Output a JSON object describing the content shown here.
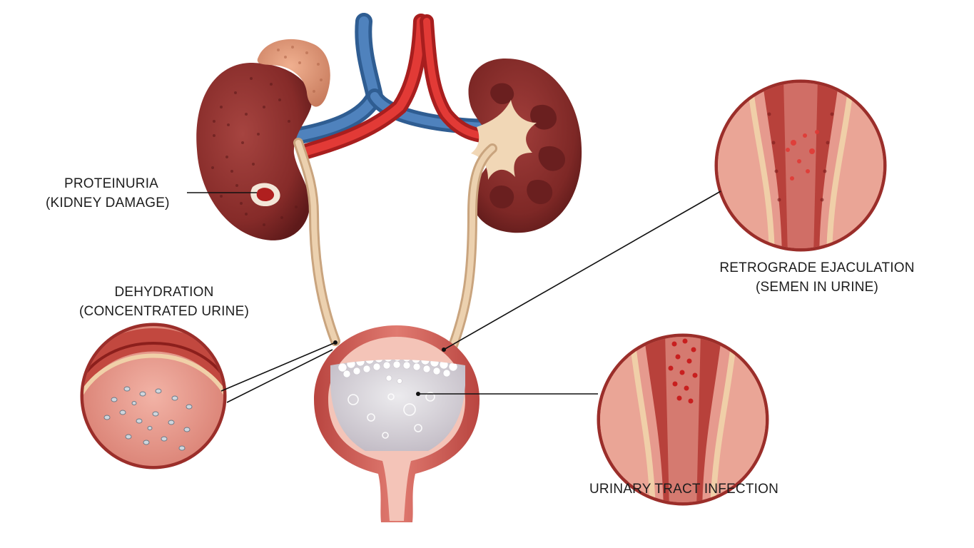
{
  "labels": {
    "proteinuria": {
      "title": "PROTEINURIA",
      "subtitle": "(KIDNEY DAMAGE)"
    },
    "dehydration": {
      "title": "DEHYDRATION",
      "subtitle": "(CONCENTRATED URINE)"
    },
    "retrograde": {
      "title": "RETROGRADE EJACULATION",
      "subtitle": "(SEMEN IN URINE)"
    },
    "uti": {
      "title": "URINARY TRACT INFECTION"
    }
  },
  "colors": {
    "kidney": "#8a2c2a",
    "vein": "#3f6fa6",
    "artery": "#d42b2b",
    "ureter": "#e3c19a",
    "bladder_wall": "#c9554f",
    "urine": "#d4d0d6",
    "tissue": "#e49a8e"
  }
}
